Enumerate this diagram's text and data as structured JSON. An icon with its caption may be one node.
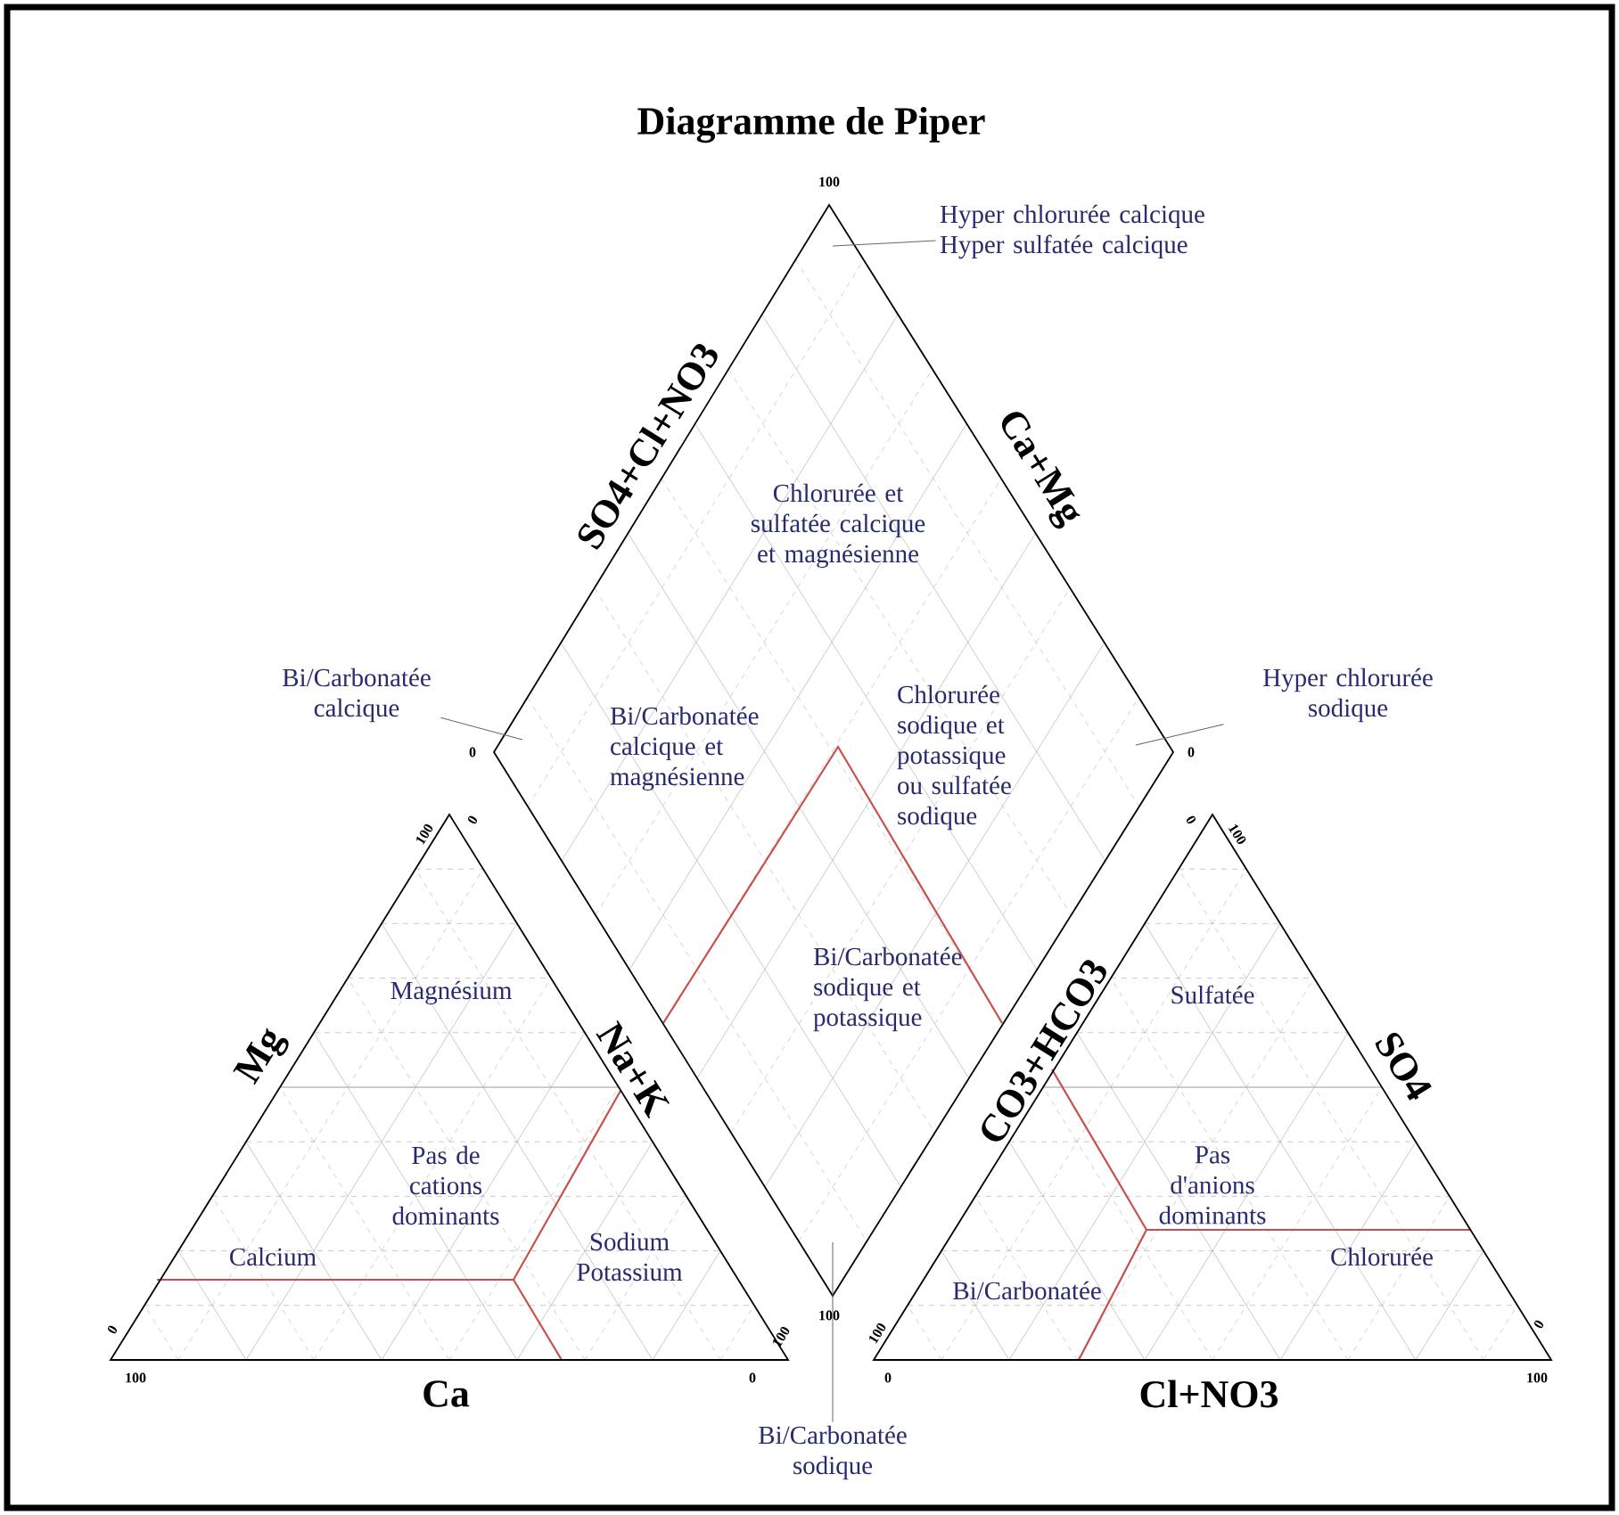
{
  "diagram": {
    "title": "Diagramme de Piper",
    "nodes": [
      {
        "text": [
          "Hyper chlorurée calcique Hyper sulfatée calcique"
        ]
      },
      {
        "text": [
          "Bi/Carbonatée calcique"
        ]
      },
      {
        "text": [
          "Hyper chlorurée sodique"
        ]
      },
      {
        "text": [
          "Bi/Carbonatée sodique"
        ]
      }
    ],
    "edges": [
      {
        "from": 0,
        "to": null,
        "arrow": "none"
      },
      {
        "from": 1,
        "to": null,
        "arrow": "none"
      },
      {
        "from": 2,
        "to": null,
        "arrow": "none"
      },
      {
        "from": 3,
        "to": null,
        "arrow": "none"
      }
    ],
    "labels": [
      "100",
      "SO4+Cl+NO3",
      "Ca+Mg",
      "Chlorurée et sulfatée calcique et magnésienne",
      "0",
      "Bi/Carbonatée calcique et magnésienne",
      "Chlorurée sodique et potassique ou sulfatée sodique",
      "0",
      "100",
      "0",
      "0",
      "100",
      "Magnésium",
      "Sulfatée",
      "Bi/Carbonatée sodique et potassique",
      "Mg",
      "CO3+HCO3",
      "Na+K",
      "SO4",
      "Pas de cations dominants",
      "Pas d'anions dominants",
      "Sodium Potassium",
      "Calcium",
      "Chlorurée",
      "Bi/Carbonatée",
      "100",
      "0",
      "100",
      "100",
      "0",
      "100",
      "Ca",
      "0",
      "0",
      "Cl+NO3",
      "100"
    ]
  }
}
